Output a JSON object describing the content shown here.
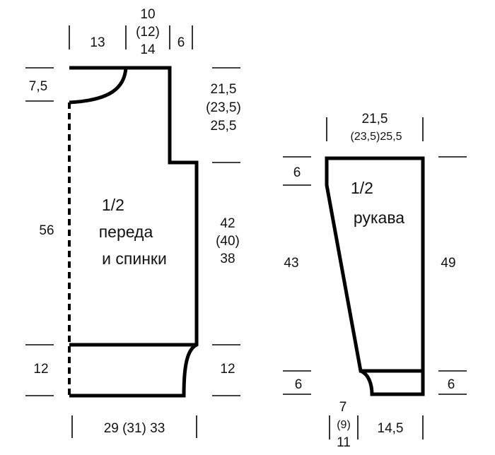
{
  "body": {
    "label_line1": "1/2",
    "label_line2": "переда",
    "label_line3": "и спинки",
    "top_left_width": "13",
    "neck_width_a": "10",
    "neck_width_b": "(12)",
    "neck_width_c": "14",
    "shoulder_width": "6",
    "neck_depth": "7,5",
    "armhole_a": "21,5",
    "armhole_b": "(23,5)",
    "armhole_c": "25,5",
    "side_a": "42",
    "side_b": "(40)",
    "side_c": "38",
    "total_height": "56",
    "rib_left": "12",
    "rib_right": "12",
    "bottom_width": "29 (31) 33"
  },
  "sleeve": {
    "label_line1": "1/2",
    "label_line2": "рукава",
    "top_width_a": "21,5",
    "top_width_b": "(23,5)25,5",
    "top_left": "6",
    "left_height": "43",
    "right_height": "49",
    "bottom_left": "6",
    "bottom_right": "6",
    "cuff_a": "7",
    "cuff_b": "(9)",
    "cuff_c": "11",
    "bottom_width": "14,5"
  }
}
